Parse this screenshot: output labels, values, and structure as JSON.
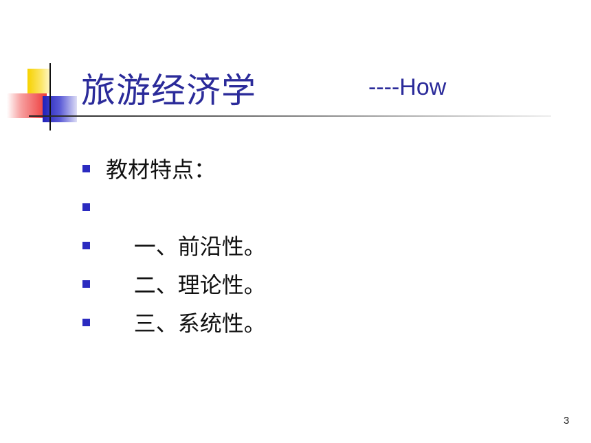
{
  "slide": {
    "title": "旅游经济学",
    "title_suffix": "----How",
    "bullets": [
      "教材特点：",
      "",
      "    一、前沿性。",
      "    二、理论性。",
      "    三、系统性。"
    ],
    "page_number": "3"
  },
  "colors": {
    "title": "#2b2b9a",
    "bullet": "#2b2bc0",
    "logo_yellow": "#f7d200",
    "logo_red": "#ee3a3a",
    "logo_blue": "#2020b8"
  }
}
